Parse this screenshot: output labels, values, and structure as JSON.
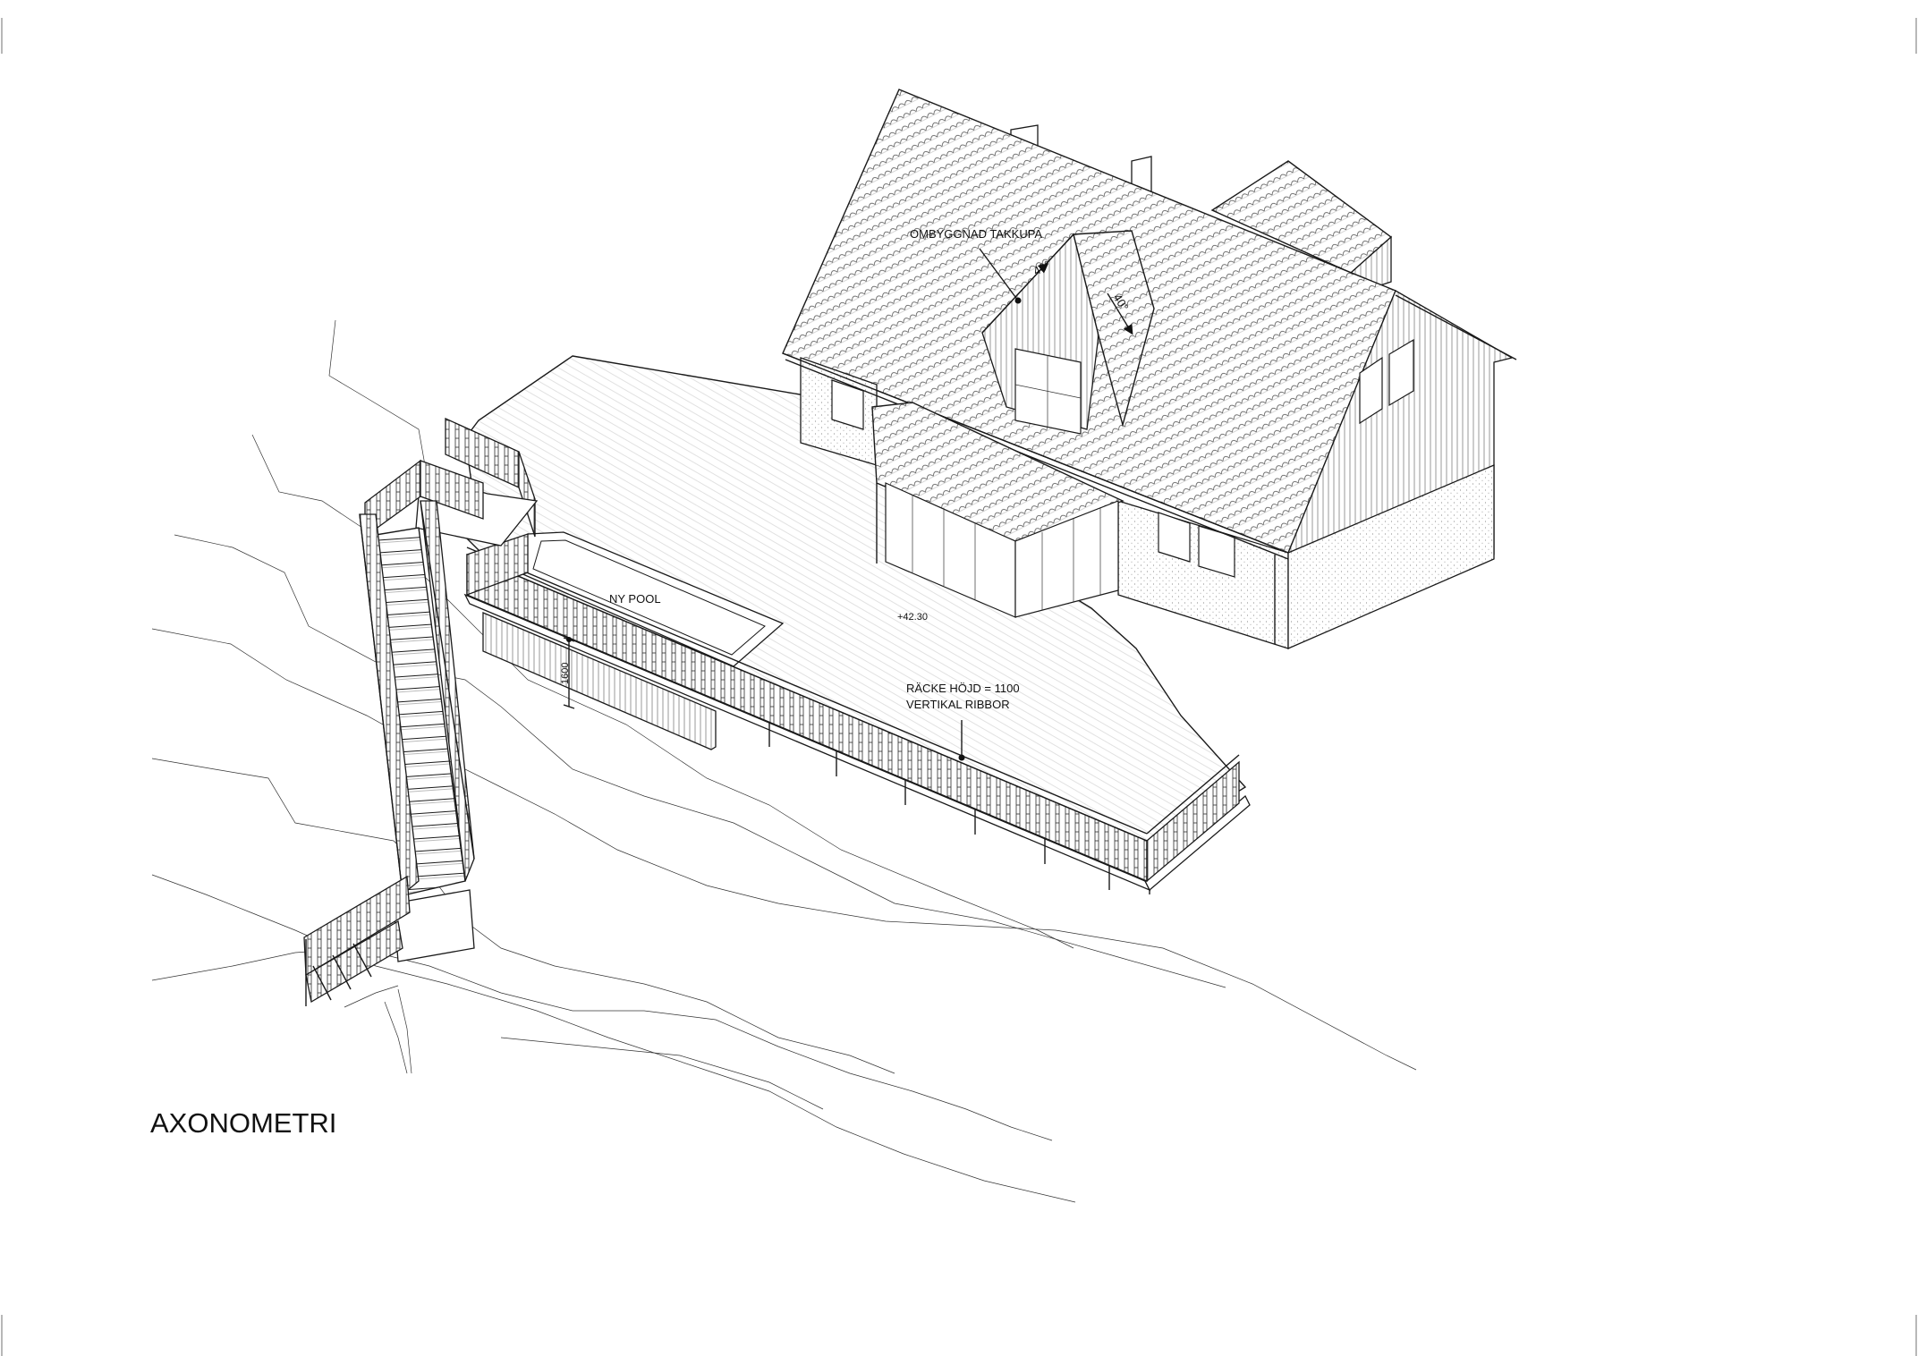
{
  "labels": {
    "dormer": "OMBYGGNAD TAKKUPA",
    "angle_1": "40°",
    "angle_2": "40°",
    "pool": "NY POOL",
    "level": "+42.30",
    "pool_depth": "1600",
    "railing_line_1": "RÄCKE HÖJD = 1100",
    "railing_line_2": "VERTIKAL RIBBOR",
    "title": "AXONOMETRI"
  }
}
